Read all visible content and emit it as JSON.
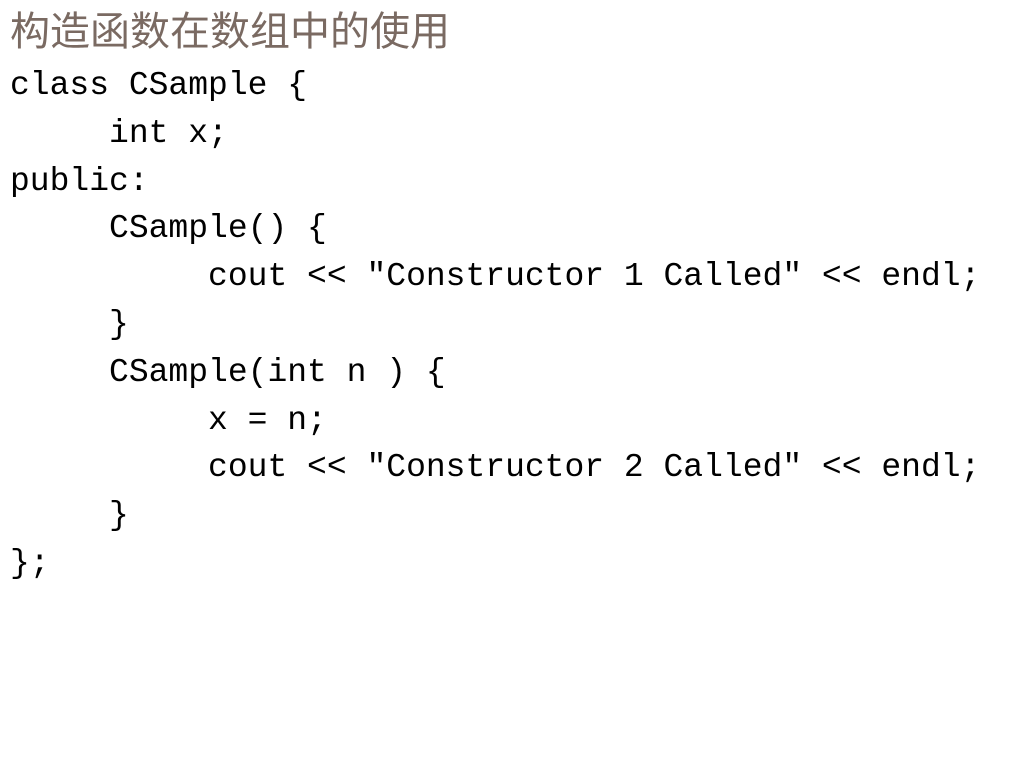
{
  "slide": {
    "title": "构造函数在数组中的使用",
    "code_lines": [
      "class CSample {",
      "     int x;",
      "public:",
      "     CSample() {",
      "          cout << ″Constructor 1 Called″ << endl;",
      "     }",
      "     CSample(int n ) {",
      "          x = n;",
      "          cout << ″Constructor 2 Called″ << endl;",
      "     }",
      "};"
    ]
  },
  "colors": {
    "title": "#7a6a62",
    "code": "#000000",
    "background": "#ffffff"
  }
}
